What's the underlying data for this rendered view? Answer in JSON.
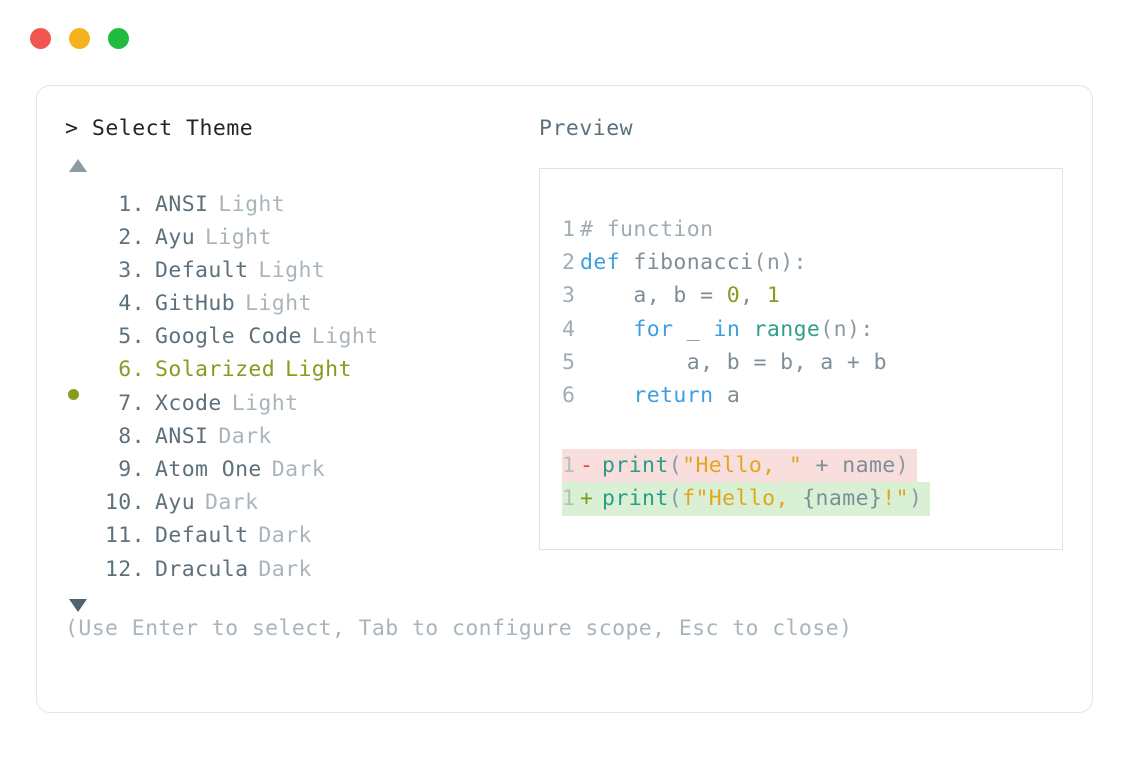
{
  "titlebar": {
    "buttons": [
      {
        "name": "close",
        "label": "Close",
        "color": "#f0564d"
      },
      {
        "name": "minimize",
        "label": "Minimize",
        "color": "#f6b11f"
      },
      {
        "name": "zoom",
        "label": "Zoom",
        "color": "#21bb41"
      }
    ]
  },
  "picker": {
    "prompt": "> Select Theme",
    "scroll_up_icon": "triangle-up",
    "scroll_down_icon": "triangle-down",
    "selected_index": 6,
    "selected_color": "#8a9a1e",
    "items": [
      {
        "index": "1.",
        "name": "ANSI",
        "variant": "Light",
        "selected": false
      },
      {
        "index": "2.",
        "name": "Ayu",
        "variant": "Light",
        "selected": false
      },
      {
        "index": "3.",
        "name": "Default",
        "variant": "Light",
        "selected": false
      },
      {
        "index": "4.",
        "name": "GitHub",
        "variant": "Light",
        "selected": false
      },
      {
        "index": "5.",
        "name": "Google Code",
        "variant": "Light",
        "selected": false
      },
      {
        "index": "6.",
        "name": "Solarized",
        "variant": "Light",
        "selected": true
      },
      {
        "index": "7.",
        "name": "Xcode",
        "variant": "Light",
        "selected": false
      },
      {
        "index": "8.",
        "name": "ANSI",
        "variant": "Dark",
        "selected": false
      },
      {
        "index": "9.",
        "name": "Atom One",
        "variant": "Dark",
        "selected": false
      },
      {
        "index": "10.",
        "name": "Ayu",
        "variant": "Dark",
        "selected": false
      },
      {
        "index": "11.",
        "name": "Default",
        "variant": "Dark",
        "selected": false
      },
      {
        "index": "12.",
        "name": "Dracula",
        "variant": "Dark",
        "selected": false
      }
    ]
  },
  "preview": {
    "label": "Preview",
    "code_lines": [
      {
        "number": "1",
        "tokens": [
          {
            "t": "# function",
            "c": "c-comment"
          }
        ]
      },
      {
        "number": "2",
        "tokens": [
          {
            "t": "def ",
            "c": "c-kw"
          },
          {
            "t": "fibonacci",
            "c": "c-fn"
          },
          {
            "t": "(n):",
            "c": "c-punct"
          }
        ]
      },
      {
        "number": "3",
        "tokens": [
          {
            "t": "    a, b = ",
            "c": "c-plain"
          },
          {
            "t": "0",
            "c": "c-num"
          },
          {
            "t": ", ",
            "c": "c-plain"
          },
          {
            "t": "1",
            "c": "c-num"
          }
        ]
      },
      {
        "number": "4",
        "tokens": [
          {
            "t": "    ",
            "c": "c-plain"
          },
          {
            "t": "for",
            "c": "c-kw"
          },
          {
            "t": " _ ",
            "c": "c-plain"
          },
          {
            "t": "in",
            "c": "c-kw"
          },
          {
            "t": " ",
            "c": "c-plain"
          },
          {
            "t": "range",
            "c": "c-builtin"
          },
          {
            "t": "(n):",
            "c": "c-punct"
          }
        ]
      },
      {
        "number": "5",
        "tokens": [
          {
            "t": "        a, b = b, a + b",
            "c": "c-plain"
          }
        ]
      },
      {
        "number": "6",
        "tokens": [
          {
            "t": "    ",
            "c": "c-plain"
          },
          {
            "t": "return",
            "c": "c-kw"
          },
          {
            "t": " a",
            "c": "c-plain"
          }
        ]
      }
    ],
    "diff_lines": [
      {
        "number": "1",
        "marker": "-",
        "kind": "minus",
        "tokens": [
          {
            "t": "print",
            "c": "c-print"
          },
          {
            "t": "(",
            "c": "c-punct"
          },
          {
            "t": "\"Hello, \"",
            "c": "c-str"
          },
          {
            "t": " + ",
            "c": "c-plain"
          },
          {
            "t": "name",
            "c": "c-plain"
          },
          {
            "t": ")",
            "c": "c-punct"
          }
        ]
      },
      {
        "number": "1",
        "marker": "+",
        "kind": "plus",
        "tokens": [
          {
            "t": "print",
            "c": "c-print"
          },
          {
            "t": "(",
            "c": "c-punct"
          },
          {
            "t": "f\"Hello, ",
            "c": "c-str"
          },
          {
            "t": "{name}",
            "c": "c-plain"
          },
          {
            "t": "!\"",
            "c": "c-str"
          },
          {
            "t": ")",
            "c": "c-punct"
          }
        ]
      }
    ]
  },
  "footer": {
    "hint": "(Use Enter to select, Tab to configure scope, Esc to close)"
  }
}
